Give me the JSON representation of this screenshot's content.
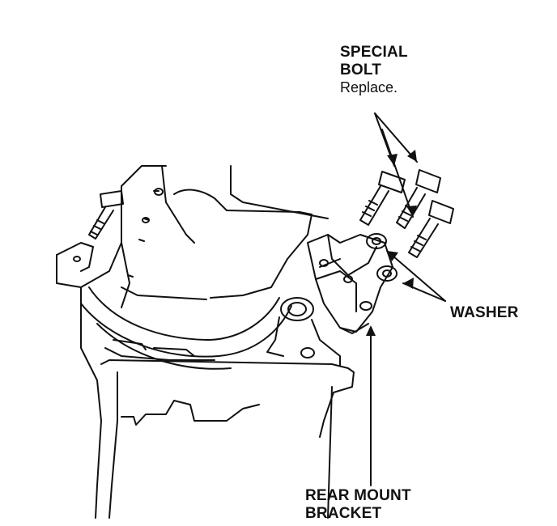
{
  "labels": {
    "special_bolt_line1": "SPECIAL",
    "special_bolt_line2": "BOLT",
    "special_bolt_note": "Replace.",
    "washer": "WASHER",
    "rear_mount_line1": "REAR MOUNT",
    "rear_mount_line2": "BRACKET"
  },
  "colors": {
    "line": "#111111",
    "background": "#ffffff"
  }
}
